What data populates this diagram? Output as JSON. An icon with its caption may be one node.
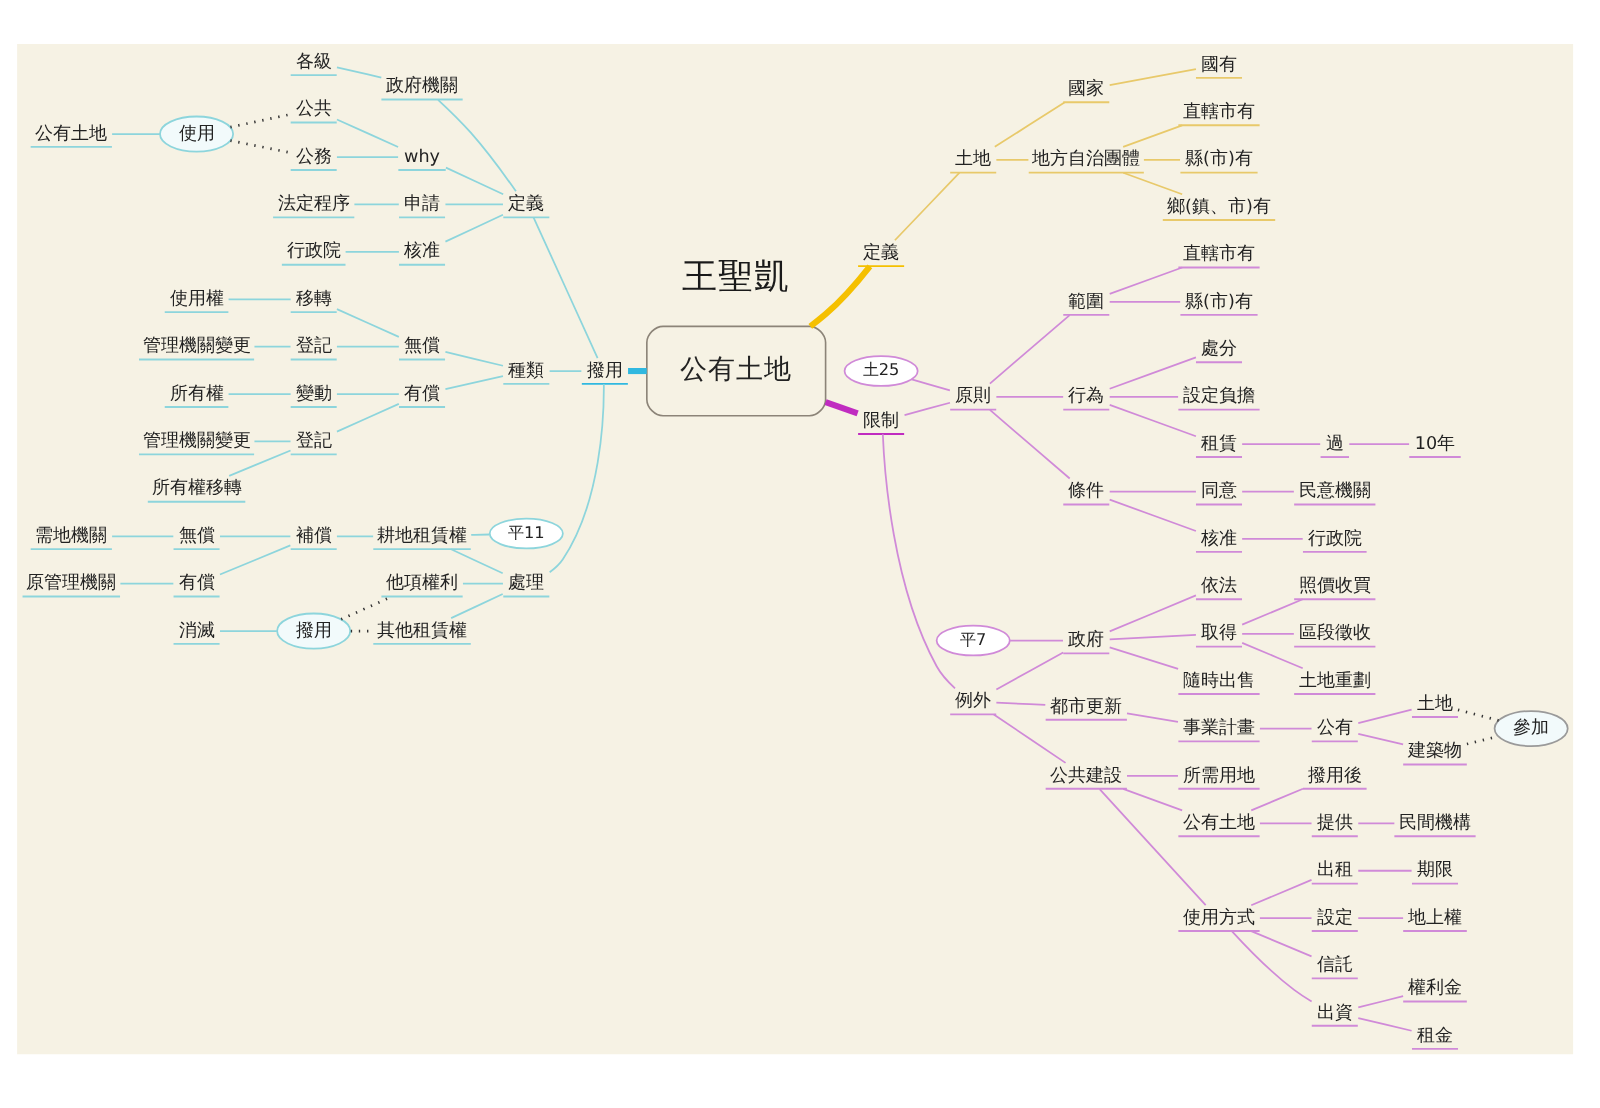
{
  "diagram": {
    "nodes": [
      {
        "text": [
          "公有土地"
        ]
      },
      {
        "text": [
          "定義"
        ]
      },
      {
        "text": [
          "土地"
        ]
      },
      {
        "text": [
          "國家"
        ]
      },
      {
        "text": [
          "國有"
        ]
      },
      {
        "text": [
          "地方自治團體"
        ]
      },
      {
        "text": [
          "直轄市有"
        ]
      },
      {
        "text": [
          "縣(市)有"
        ]
      },
      {
        "text": [
          "鄉(鎮、市)有"
        ]
      },
      {
        "text": [
          "限制"
        ]
      },
      {
        "text": [
          "原則"
        ]
      },
      {
        "text": [
          "土25"
        ]
      },
      {
        "text": [
          "範圍"
        ]
      },
      {
        "text": [
          "直轄市有"
        ]
      },
      {
        "text": [
          "縣(市)有"
        ]
      },
      {
        "text": [
          "行為"
        ]
      },
      {
        "text": [
          "處分"
        ]
      },
      {
        "text": [
          "設定負擔"
        ]
      },
      {
        "text": [
          "租賃"
        ]
      },
      {
        "text": [
          "過"
        ]
      },
      {
        "text": [
          "10年"
        ]
      },
      {
        "text": [
          "條件"
        ]
      },
      {
        "text": [
          "同意"
        ]
      },
      {
        "text": [
          "民意機關"
        ]
      },
      {
        "text": [
          "核准"
        ]
      },
      {
        "text": [
          "行政院"
        ]
      },
      {
        "text": [
          "例外"
        ]
      },
      {
        "text": [
          "政府"
        ]
      },
      {
        "text": [
          "平7"
        ]
      },
      {
        "text": [
          "依法"
        ]
      },
      {
        "text": [
          "取得"
        ]
      },
      {
        "text": [
          "照價收買"
        ]
      },
      {
        "text": [
          "區段徵收"
        ]
      },
      {
        "text": [
          "土地重劃"
        ]
      },
      {
        "text": [
          "隨時出售"
        ]
      },
      {
        "text": [
          "都市更新"
        ]
      },
      {
        "text": [
          "事業計畫"
        ]
      },
      {
        "text": [
          "公有"
        ]
      },
      {
        "text": [
          "土地"
        ]
      },
      {
        "text": [
          "建築物"
        ]
      },
      {
        "text": [
          "參加"
        ]
      },
      {
        "text": [
          "公共建設"
        ]
      },
      {
        "text": [
          "所需用地"
        ]
      },
      {
        "text": [
          "公有土地"
        ]
      },
      {
        "text": [
          "撥用後"
        ]
      },
      {
        "text": [
          "提供"
        ]
      },
      {
        "text": [
          "民間機構"
        ]
      },
      {
        "text": [
          "使用方式"
        ]
      },
      {
        "text": [
          "出租"
        ]
      },
      {
        "text": [
          "期限"
        ]
      },
      {
        "text": [
          "設定"
        ]
      },
      {
        "text": [
          "地上權"
        ]
      },
      {
        "text": [
          "信託"
        ]
      },
      {
        "text": [
          "出資"
        ]
      },
      {
        "text": [
          "權利金"
        ]
      },
      {
        "text": [
          "租金"
        ]
      },
      {
        "text": [
          "撥用"
        ]
      },
      {
        "text": [
          "定義"
        ]
      },
      {
        "text": [
          "政府機關"
        ]
      },
      {
        "text": [
          "各級"
        ]
      },
      {
        "text": [
          "why"
        ]
      },
      {
        "text": [
          "公共"
        ]
      },
      {
        "text": [
          "公務"
        ]
      },
      {
        "text": [
          "使用"
        ]
      },
      {
        "text": [
          "公有土地"
        ]
      },
      {
        "text": [
          "申請"
        ]
      },
      {
        "text": [
          "法定程序"
        ]
      },
      {
        "text": [
          "核准"
        ]
      },
      {
        "text": [
          "行政院"
        ]
      },
      {
        "text": [
          "種類"
        ]
      },
      {
        "text": [
          "無償"
        ]
      },
      {
        "text": [
          "移轉"
        ]
      },
      {
        "text": [
          "使用權"
        ]
      },
      {
        "text": [
          "登記"
        ]
      },
      {
        "text": [
          "管理機關變更"
        ]
      },
      {
        "text": [
          "有償"
        ]
      },
      {
        "text": [
          "變動"
        ]
      },
      {
        "text": [
          "所有權"
        ]
      },
      {
        "text": [
          "登記"
        ]
      },
      {
        "text": [
          "管理機關變更"
        ]
      },
      {
        "text": [
          "所有權移轉"
        ]
      },
      {
        "text": [
          "處理"
        ]
      },
      {
        "text": [
          "耕地租賃權"
        ]
      },
      {
        "text": [
          "平11"
        ]
      },
      {
        "text": [
          "補償"
        ]
      },
      {
        "text": [
          "無償"
        ]
      },
      {
        "text": [
          "需地機關"
        ]
      },
      {
        "text": [
          "有償"
        ]
      },
      {
        "text": [
          "原管理機關"
        ]
      },
      {
        "text": [
          "他項權利"
        ]
      },
      {
        "text": [
          "其他租賃權"
        ]
      },
      {
        "text": [
          "撥用"
        ]
      },
      {
        "text": [
          "消滅"
        ]
      }
    ],
    "edges": [
      {
        "from": 0,
        "to": 1,
        "arrow": "none",
        "style": "thick",
        "color": "#f5c000"
      },
      {
        "from": 1,
        "to": 2,
        "arrow": "none",
        "color": "#e8c96a"
      },
      {
        "from": 2,
        "to": 3,
        "arrow": "none",
        "color": "#e8c96a"
      },
      {
        "from": 3,
        "to": 4,
        "arrow": "none",
        "color": "#e8c96a"
      },
      {
        "from": 2,
        "to": 5,
        "arrow": "none",
        "color": "#e8c96a"
      },
      {
        "from": 5,
        "to": 6,
        "arrow": "none",
        "color": "#e8c96a"
      },
      {
        "from": 5,
        "to": 7,
        "arrow": "none",
        "color": "#e8c96a"
      },
      {
        "from": 5,
        "to": 8,
        "arrow": "none",
        "color": "#e8c96a"
      },
      {
        "from": 0,
        "to": 9,
        "arrow": "none",
        "style": "thick",
        "color": "#c02cc0"
      },
      {
        "from": 9,
        "to": 10,
        "arrow": "none"
      },
      {
        "from": 11,
        "to": 10,
        "arrow": "none"
      },
      {
        "from": 10,
        "to": 12,
        "arrow": "none"
      },
      {
        "from": 12,
        "to": 13,
        "arrow": "none"
      },
      {
        "from": 12,
        "to": 14,
        "arrow": "none"
      },
      {
        "from": 10,
        "to": 15,
        "arrow": "none"
      },
      {
        "from": 15,
        "to": 16,
        "arrow": "none"
      },
      {
        "from": 15,
        "to": 17,
        "arrow": "none"
      },
      {
        "from": 15,
        "to": 18,
        "arrow": "none"
      },
      {
        "from": 18,
        "to": 19,
        "arrow": "none"
      },
      {
        "from": 19,
        "to": 20,
        "arrow": "none"
      },
      {
        "from": 10,
        "to": 21,
        "arrow": "none"
      },
      {
        "from": 21,
        "to": 22,
        "arrow": "none"
      },
      {
        "from": 22,
        "to": 23,
        "arrow": "none"
      },
      {
        "from": 21,
        "to": 24,
        "arrow": "none"
      },
      {
        "from": 24,
        "to": 25,
        "arrow": "none"
      },
      {
        "from": 9,
        "to": 26,
        "arrow": "none"
      },
      {
        "from": 26,
        "to": 27,
        "arrow": "none"
      },
      {
        "from": 28,
        "to": 27,
        "arrow": "none"
      },
      {
        "from": 27,
        "to": 29,
        "arrow": "none"
      },
      {
        "from": 27,
        "to": 30,
        "arrow": "none"
      },
      {
        "from": 30,
        "to": 31,
        "arrow": "none"
      },
      {
        "from": 30,
        "to": 32,
        "arrow": "none"
      },
      {
        "from": 30,
        "to": 33,
        "arrow": "none"
      },
      {
        "from": 27,
        "to": 34,
        "arrow": "none"
      },
      {
        "from": 26,
        "to": 35,
        "arrow": "none"
      },
      {
        "from": 35,
        "to": 36,
        "arrow": "none"
      },
      {
        "from": 36,
        "to": 37,
        "arrow": "none"
      },
      {
        "from": 37,
        "to": 38,
        "arrow": "none"
      },
      {
        "from": 37,
        "to": 39,
        "arrow": "none"
      },
      {
        "from": 38,
        "to": 40,
        "arrow": "none",
        "style": "dashed",
        "color": "#333333"
      },
      {
        "from": 39,
        "to": 40,
        "arrow": "none",
        "style": "dashed",
        "color": "#333333"
      },
      {
        "from": 26,
        "to": 41,
        "arrow": "none"
      },
      {
        "from": 41,
        "to": 42,
        "arrow": "none"
      },
      {
        "from": 41,
        "to": 43,
        "arrow": "none"
      },
      {
        "from": 43,
        "to": 44,
        "arrow": "none"
      },
      {
        "from": 43,
        "to": 45,
        "arrow": "none"
      },
      {
        "from": 45,
        "to": 46,
        "arrow": "none"
      },
      {
        "from": 41,
        "to": 47,
        "arrow": "none"
      },
      {
        "from": 47,
        "to": 48,
        "arrow": "none"
      },
      {
        "from": 48,
        "to": 49,
        "arrow": "none"
      },
      {
        "from": 47,
        "to": 50,
        "arrow": "none"
      },
      {
        "from": 50,
        "to": 51,
        "arrow": "none"
      },
      {
        "from": 47,
        "to": 52,
        "arrow": "none"
      },
      {
        "from": 47,
        "to": 53,
        "arrow": "none"
      },
      {
        "from": 53,
        "to": 54,
        "arrow": "none"
      },
      {
        "from": 53,
        "to": 55,
        "arrow": "none"
      },
      {
        "from": 0,
        "to": 56,
        "arrow": "none",
        "style": "thick",
        "color": "#30b8e0"
      },
      {
        "from": 56,
        "to": 57,
        "arrow": "none",
        "color": "#8dd5dc"
      },
      {
        "from": 57,
        "to": 58,
        "arrow": "none",
        "color": "#8dd5dc"
      },
      {
        "from": 58,
        "to": 59,
        "arrow": "none",
        "color": "#8dd5dc"
      },
      {
        "from": 57,
        "to": 60,
        "arrow": "none",
        "color": "#8dd5dc"
      },
      {
        "from": 60,
        "to": 61,
        "arrow": "none",
        "color": "#8dd5dc"
      },
      {
        "from": 60,
        "to": 62,
        "arrow": "none",
        "color": "#8dd5dc"
      },
      {
        "from": 61,
        "to": 63,
        "arrow": "none",
        "style": "dashed",
        "color": "#333333"
      },
      {
        "from": 62,
        "to": 63,
        "arrow": "none",
        "style": "dashed",
        "color": "#333333"
      },
      {
        "from": 63,
        "to": 64,
        "arrow": "none",
        "color": "#8dd5dc"
      },
      {
        "from": 57,
        "to": 65,
        "arrow": "none",
        "color": "#8dd5dc"
      },
      {
        "from": 65,
        "to": 66,
        "arrow": "none",
        "color": "#8dd5dc"
      },
      {
        "from": 57,
        "to": 67,
        "arrow": "none",
        "color": "#8dd5dc"
      },
      {
        "from": 67,
        "to": 68,
        "arrow": "none",
        "color": "#8dd5dc"
      },
      {
        "from": 56,
        "to": 69,
        "arrow": "none",
        "color": "#8dd5dc"
      },
      {
        "from": 69,
        "to": 70,
        "arrow": "none",
        "color": "#8dd5dc"
      },
      {
        "from": 70,
        "to": 71,
        "arrow": "none",
        "color": "#8dd5dc"
      },
      {
        "from": 71,
        "to": 72,
        "arrow": "none",
        "color": "#8dd5dc"
      },
      {
        "from": 70,
        "to": 73,
        "arrow": "none",
        "color": "#8dd5dc"
      },
      {
        "from": 73,
        "to": 74,
        "arrow": "none",
        "color": "#8dd5dc"
      },
      {
        "from": 69,
        "to": 75,
        "arrow": "none",
        "color": "#8dd5dc"
      },
      {
        "from": 75,
        "to": 76,
        "arrow": "none",
        "color": "#8dd5dc"
      },
      {
        "from": 76,
        "to": 77,
        "arrow": "none",
        "color": "#8dd5dc"
      },
      {
        "from": 75,
        "to": 78,
        "arrow": "none",
        "color": "#8dd5dc"
      },
      {
        "from": 78,
        "to": 79,
        "arrow": "none",
        "color": "#8dd5dc"
      },
      {
        "from": 78,
        "to": 80,
        "arrow": "none",
        "color": "#8dd5dc"
      },
      {
        "from": 56,
        "to": 81,
        "arrow": "none",
        "color": "#8dd5dc"
      },
      {
        "from": 81,
        "to": 82,
        "arrow": "none",
        "color": "#8dd5dc"
      },
      {
        "from": 83,
        "to": 82,
        "arrow": "none",
        "color": "#8dd5dc"
      },
      {
        "from": 82,
        "to": 84,
        "arrow": "none",
        "color": "#8dd5dc"
      },
      {
        "from": 84,
        "to": 85,
        "arrow": "none",
        "color": "#8dd5dc"
      },
      {
        "from": 85,
        "to": 86,
        "arrow": "none",
        "color": "#8dd5dc"
      },
      {
        "from": 84,
        "to": 87,
        "arrow": "none",
        "color": "#8dd5dc"
      },
      {
        "from": 87,
        "to": 88,
        "arrow": "none",
        "color": "#8dd5dc"
      },
      {
        "from": 81,
        "to": 89,
        "arrow": "none",
        "color": "#8dd5dc"
      },
      {
        "from": 81,
        "to": 90,
        "arrow": "none",
        "color": "#8dd5dc"
      },
      {
        "from": 89,
        "to": 91,
        "arrow": "none",
        "style": "dashed",
        "color": "#333333"
      },
      {
        "from": 90,
        "to": 91,
        "arrow": "none",
        "style": "dashed",
        "color": "#333333"
      },
      {
        "from": 91,
        "to": 92,
        "arrow": "none",
        "color": "#8dd5dc"
      }
    ],
    "labels": [
      "王聖凱"
    ]
  }
}
